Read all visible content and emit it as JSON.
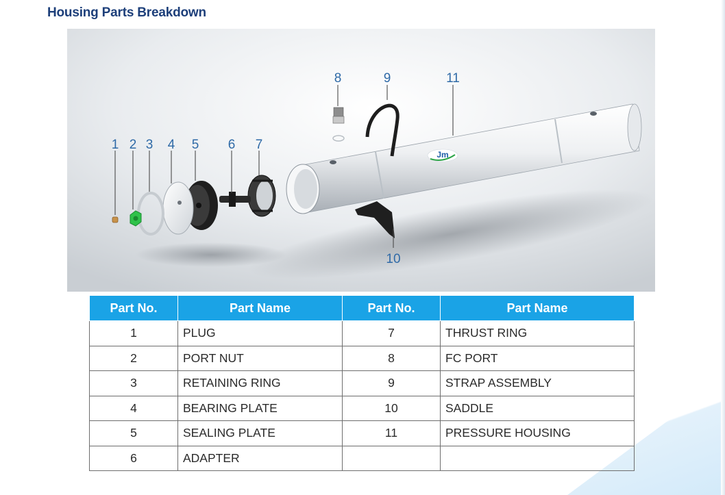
{
  "heading": "Housing Parts Breakdown",
  "diagram": {
    "brand_logo_text": "Jm",
    "callouts": [
      "1",
      "2",
      "3",
      "4",
      "5",
      "6",
      "7",
      "8",
      "9",
      "10",
      "11"
    ]
  },
  "table": {
    "headers": [
      "Part No.",
      "Part Name",
      "Part No.",
      "Part Name"
    ],
    "rows": [
      {
        "left_no": "1",
        "left_name": "PLUG",
        "right_no": "7",
        "right_name": "THRUST RING"
      },
      {
        "left_no": "2",
        "left_name": "PORT NUT",
        "right_no": "8",
        "right_name": "FC PORT"
      },
      {
        "left_no": "3",
        "left_name": "RETAINING RING",
        "right_no": "9",
        "right_name": "STRAP ASSEMBLY"
      },
      {
        "left_no": "4",
        "left_name": "BEARING PLATE",
        "right_no": "10",
        "right_name": "SADDLE"
      },
      {
        "left_no": "5",
        "left_name": "SEALING PLATE",
        "right_no": "11",
        "right_name": "PRESSURE HOUSING"
      },
      {
        "left_no": "6",
        "left_name": "ADAPTER",
        "right_no": "",
        "right_name": ""
      }
    ]
  },
  "colors": {
    "heading": "#1d3f7a",
    "table_header_bg": "#1aa3e6",
    "callout_text": "#2f6aa7",
    "port_nut": "#2fc24a"
  }
}
